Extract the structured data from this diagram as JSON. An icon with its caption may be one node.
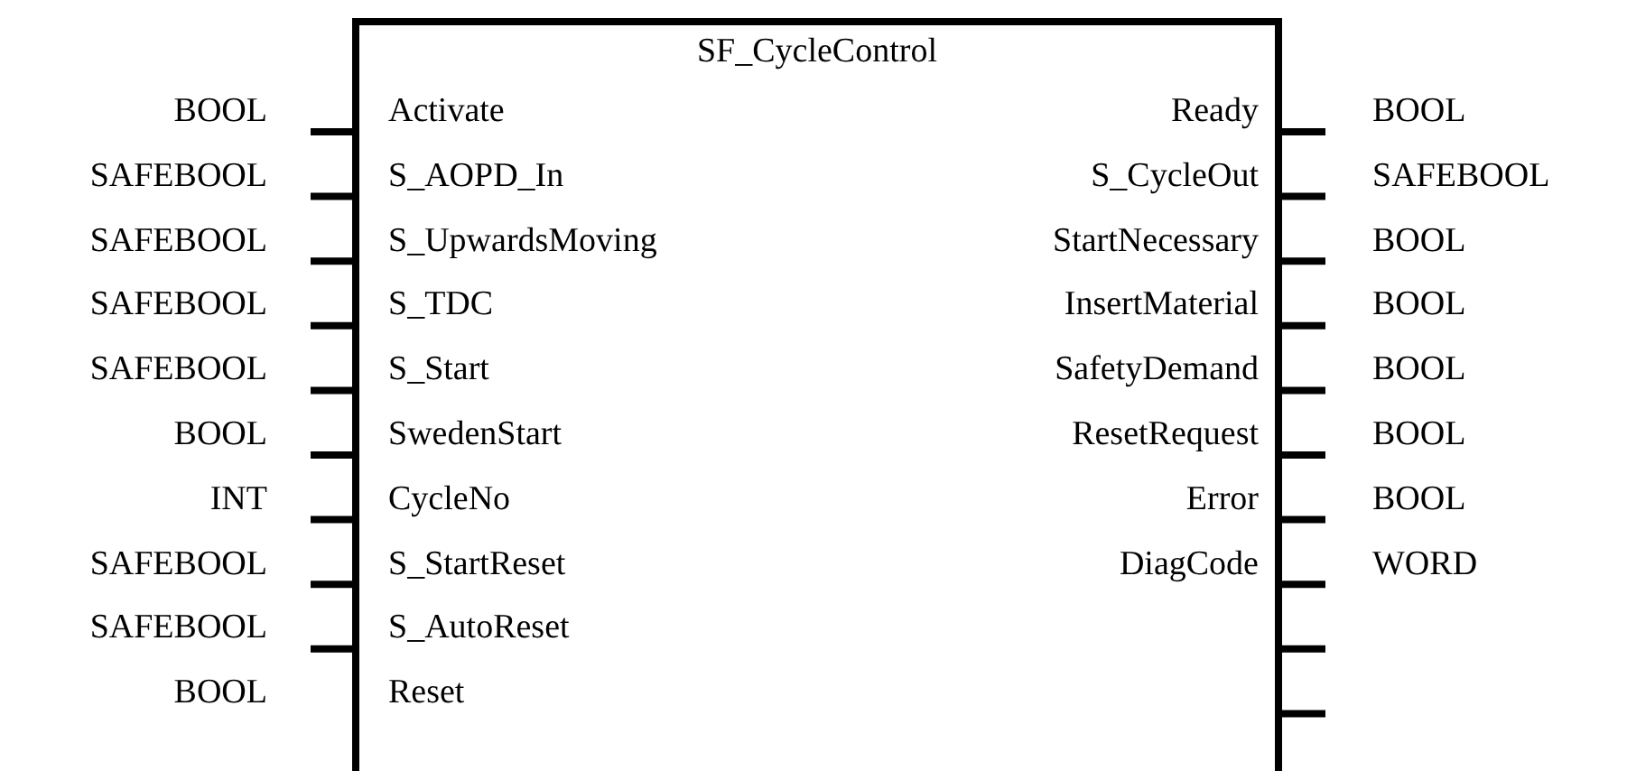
{
  "diagram": {
    "nodes": [
      {
        "text": [
          "SF_CycleControl"
        ]
      }
    ],
    "labels": [
      "BOOL",
      "Activate",
      "Ready",
      "BOOL",
      "SAFEBOOL",
      "S_AOPD_In",
      "S_CycleOut",
      "SAFEBOOL",
      "SAFEBOOL",
      "S_UpwardsMoving",
      "StartNecessary",
      "BOOL",
      "SAFEBOOL",
      "S_TDC",
      "InsertMaterial",
      "BOOL",
      "SAFEBOOL",
      "S_Start",
      "SafetyDemand",
      "BOOL",
      "BOOL",
      "SwedenStart",
      "ResetRequest",
      "BOOL",
      "INT",
      "CycleNo",
      "Error",
      "BOOL",
      "SAFEBOOL",
      "S_StartReset",
      "DiagCode",
      "WORD",
      "SAFEBOOL",
      "S_AutoReset",
      "BOOL",
      "Reset"
    ]
  }
}
